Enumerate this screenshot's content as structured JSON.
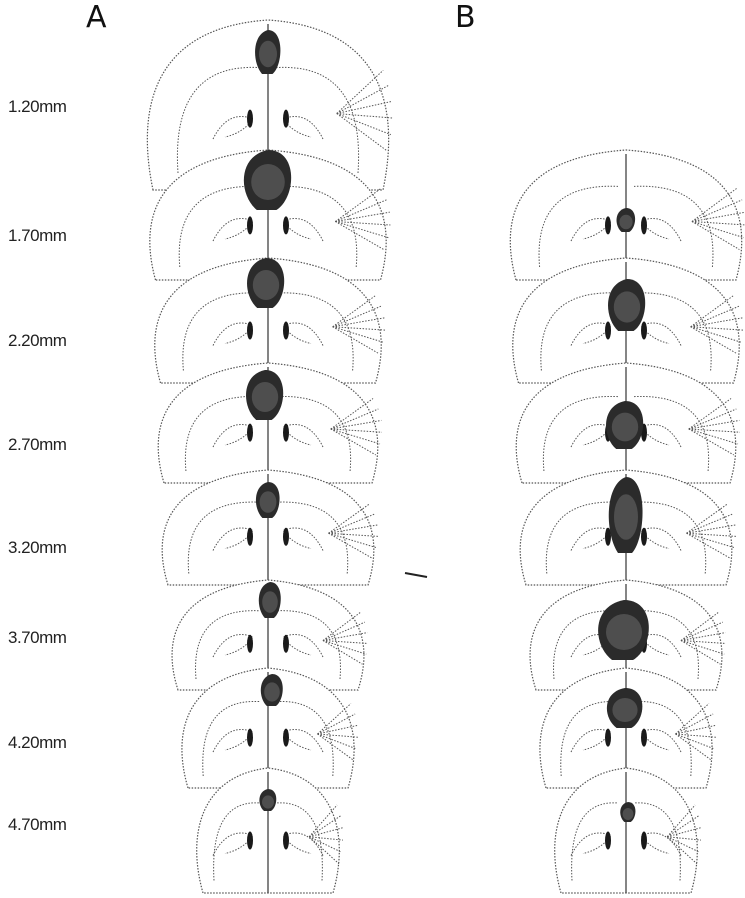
{
  "panels": {
    "a_label": "A",
    "b_label": "B"
  },
  "depths": [
    "1.20mm",
    "1.70mm",
    "2.20mm",
    "2.70mm",
    "3.20mm",
    "3.70mm",
    "4.20mm",
    "4.70mm"
  ],
  "colors": {
    "lesion": "#2b2b2b",
    "outline": "#555555",
    "background": "#ffffff"
  }
}
